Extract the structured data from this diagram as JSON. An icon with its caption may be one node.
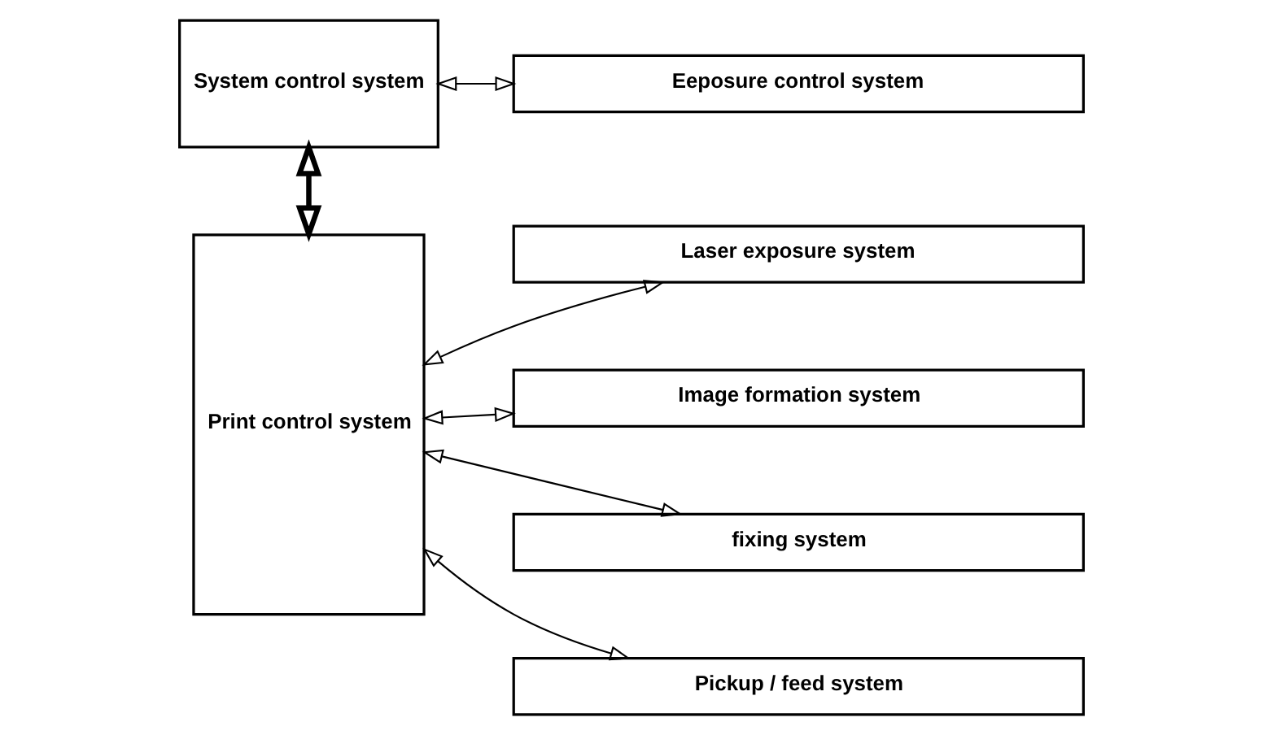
{
  "diagram": {
    "nodes": [
      {
        "text": [
          "System control system"
        ]
      },
      {
        "text": [
          "Eeposure control system"
        ]
      },
      {
        "text": [
          "Print control system"
        ]
      },
      {
        "text": [
          "Laser exposure system"
        ]
      },
      {
        "text": [
          "Image formation system"
        ]
      },
      {
        "text": [
          "fixing system"
        ]
      },
      {
        "text": [
          "Pickup / feed system"
        ]
      }
    ],
    "edges": [
      {
        "from": 0,
        "to": 1,
        "arrow": "both"
      },
      {
        "from": 0,
        "to": 2,
        "arrow": "both",
        "style": "thick"
      },
      {
        "from": 2,
        "to": 3,
        "arrow": "both"
      },
      {
        "from": 2,
        "to": 4,
        "arrow": "both"
      },
      {
        "from": 2,
        "to": 5,
        "arrow": "both"
      },
      {
        "from": 2,
        "to": 6,
        "arrow": "both"
      }
    ]
  }
}
